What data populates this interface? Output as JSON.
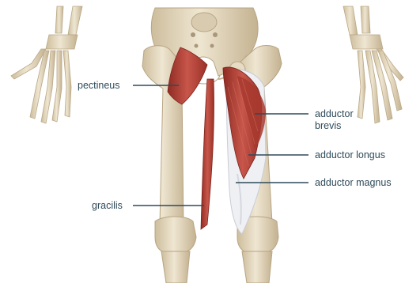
{
  "colors": {
    "label_text": "#2e4a5a",
    "leader_line": "#2e4a5a",
    "bone": "#e8dcc6",
    "bone_shade": "#c9b896",
    "muscle": "#b8443a",
    "muscle_dark": "#8a2a22",
    "membrane": "#eceef2"
  },
  "labels": {
    "pectineus": "pectineus",
    "gracilis": "gracilis",
    "adductor_brevis_line1": "adductor",
    "adductor_brevis_line2": "brevis",
    "adductor_longus": "adductor longus",
    "adductor_magnus": "adductor magnus"
  }
}
